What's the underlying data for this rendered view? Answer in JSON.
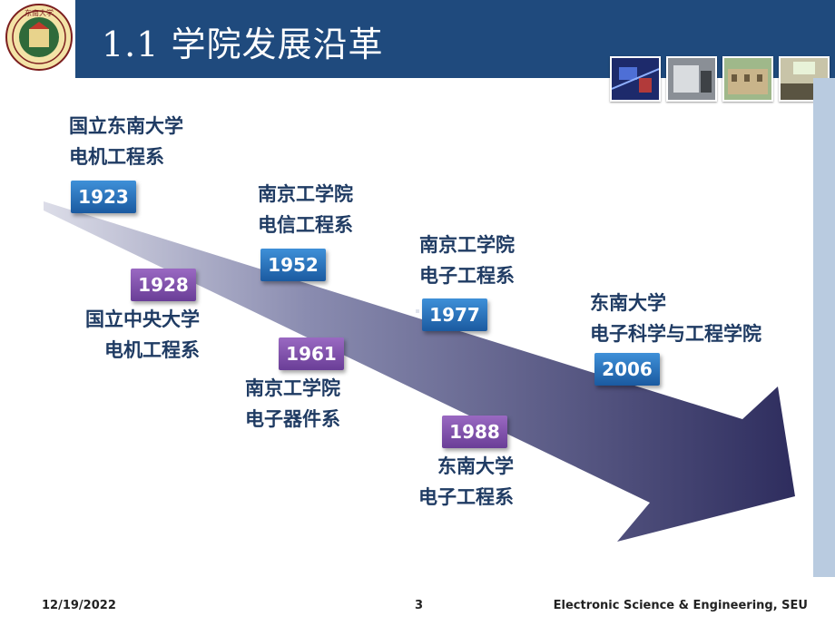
{
  "header": {
    "title": "1.1 学院发展沿革",
    "logo_icon": "university-seal-icon",
    "logo_text": "东南大学",
    "photos": [
      "circuit-board-photo",
      "lab-equipment-photo",
      "building-photo",
      "classroom-photo"
    ]
  },
  "timeline": [
    {
      "year": "1923",
      "lines": [
        "国立东南大学",
        "电机工程系"
      ]
    },
    {
      "year": "1928",
      "lines": [
        "国立中央大学",
        "电机工程系"
      ]
    },
    {
      "year": "1952",
      "lines": [
        "南京工学院",
        "电信工程系"
      ]
    },
    {
      "year": "1961",
      "lines": [
        "南京工学院",
        "电子器件系"
      ]
    },
    {
      "year": "1977",
      "lines": [
        "南京工学院",
        "电子工程系"
      ]
    },
    {
      "year": "1988",
      "lines": [
        "东南大学",
        "电子工程系"
      ]
    },
    {
      "year": "2006",
      "lines": [
        "东南大学",
        "电子科学与工程学院"
      ]
    }
  ],
  "footer": {
    "date": "12/19/2022",
    "page": "3",
    "org": "Electronic Science & Engineering, SEU"
  },
  "colors": {
    "header_band": "#1f4a7d",
    "arrow_dark": "#3a3a6e",
    "arrow_light": "#dcdde8",
    "year_blue": "#2e77c0",
    "year_purple": "#7c4fa8",
    "label_text": "#1f3b63"
  }
}
